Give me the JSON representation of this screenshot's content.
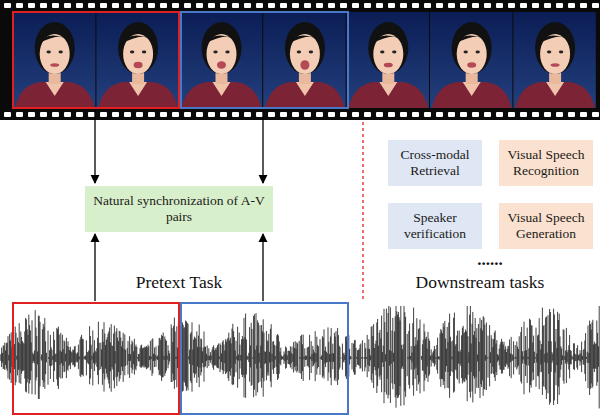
{
  "diagram": {
    "nodes": [
      {
        "text": [
          "Natural synchronization of A-V pairs"
        ]
      },
      {
        "text": [
          "Cross-modal Retrieval"
        ]
      },
      {
        "text": [
          "Visual Speech Recognition"
        ]
      },
      {
        "text": [
          "Speaker verification"
        ]
      },
      {
        "text": [
          "Visual Speech Generation"
        ]
      }
    ],
    "labels": [
      "Pretext Task",
      "Downstream tasks",
      "......"
    ]
  }
}
